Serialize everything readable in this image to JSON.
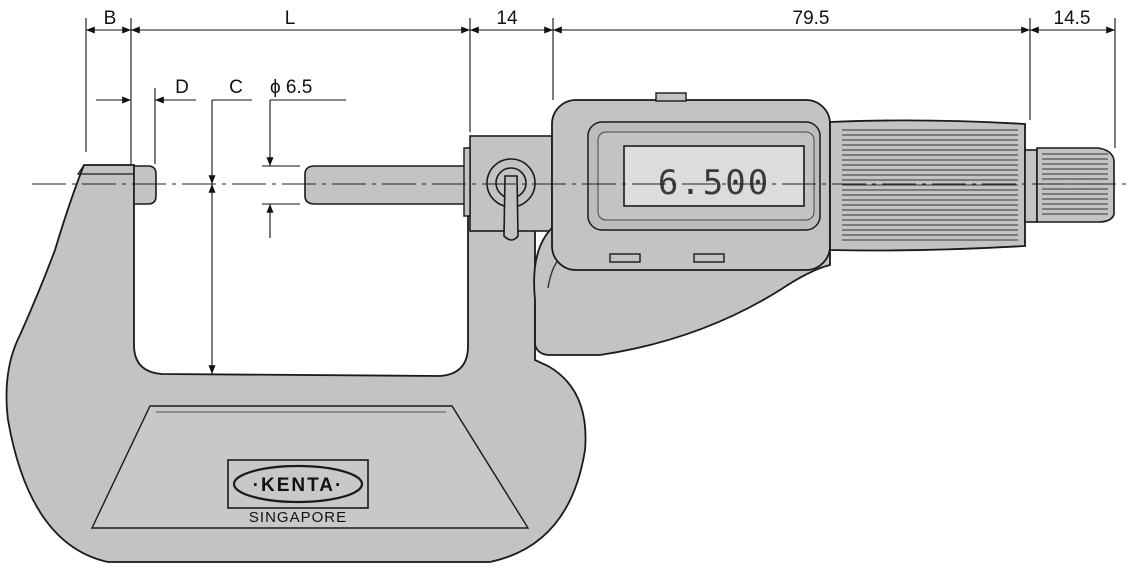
{
  "dimensions": {
    "b": "B",
    "l": "L",
    "d": "D",
    "c": "C",
    "spindle_diameter": "ϕ 6.5",
    "sleeve_length": "14",
    "body_length": "79.5",
    "ratchet_length": "14.5"
  },
  "display": {
    "reading": "6.500"
  },
  "logo": {
    "brand": "·KENTA·",
    "location": "SINGAPORE"
  },
  "colors": {
    "body_fill": "#c3c3c3",
    "lcd_fill": "#dcdcdc",
    "outline": "#1a1a1a"
  }
}
